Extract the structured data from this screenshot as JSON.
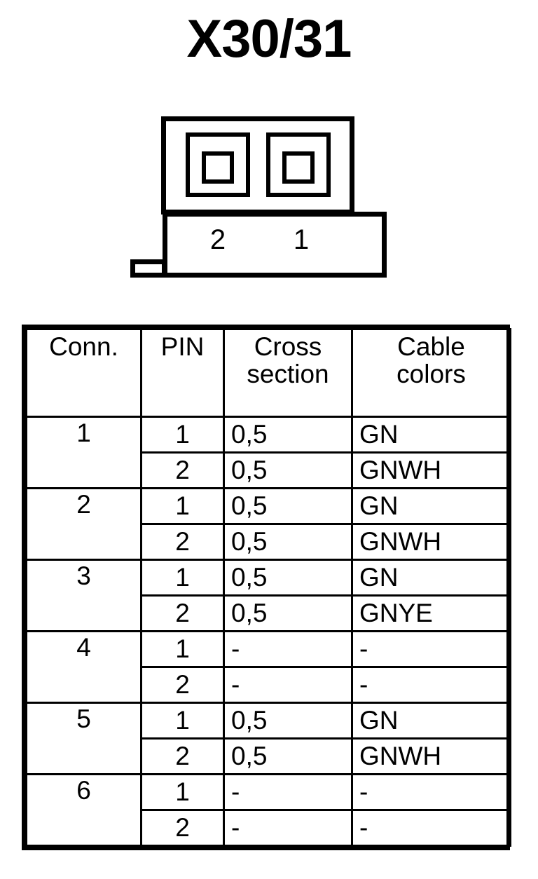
{
  "title": "X30/31",
  "connector_drawing": {
    "name": "two-way-connector",
    "pin_labels": [
      "2",
      "1"
    ],
    "cavity_count": 2
  },
  "table": {
    "headers": {
      "conn": [
        "Conn."
      ],
      "pin": [
        "PIN"
      ],
      "cross_section": [
        "Cross",
        "section"
      ],
      "cable_colors": [
        "Cable",
        "colors"
      ]
    },
    "rows": [
      {
        "conn": "1",
        "pins": [
          {
            "pin": "1",
            "cross_section": "0,5",
            "cable_color": "GN"
          },
          {
            "pin": "2",
            "cross_section": "0,5",
            "cable_color": "GNWH"
          }
        ]
      },
      {
        "conn": "2",
        "pins": [
          {
            "pin": "1",
            "cross_section": "0,5",
            "cable_color": "GN"
          },
          {
            "pin": "2",
            "cross_section": "0,5",
            "cable_color": "GNWH"
          }
        ]
      },
      {
        "conn": "3",
        "pins": [
          {
            "pin": "1",
            "cross_section": "0,5",
            "cable_color": "GN"
          },
          {
            "pin": "2",
            "cross_section": "0,5",
            "cable_color": "GNYE"
          }
        ]
      },
      {
        "conn": "4",
        "pins": [
          {
            "pin": "1",
            "cross_section": "-",
            "cable_color": "-"
          },
          {
            "pin": "2",
            "cross_section": "-",
            "cable_color": "-"
          }
        ]
      },
      {
        "conn": "5",
        "pins": [
          {
            "pin": "1",
            "cross_section": "0,5",
            "cable_color": "GN"
          },
          {
            "pin": "2",
            "cross_section": "0,5",
            "cable_color": "GNWH"
          }
        ]
      },
      {
        "conn": "6",
        "pins": [
          {
            "pin": "1",
            "cross_section": "-",
            "cable_color": "-"
          },
          {
            "pin": "2",
            "cross_section": "-",
            "cable_color": "-"
          }
        ]
      }
    ]
  },
  "colors": {
    "ink": "#000000",
    "paper": "#ffffff"
  }
}
